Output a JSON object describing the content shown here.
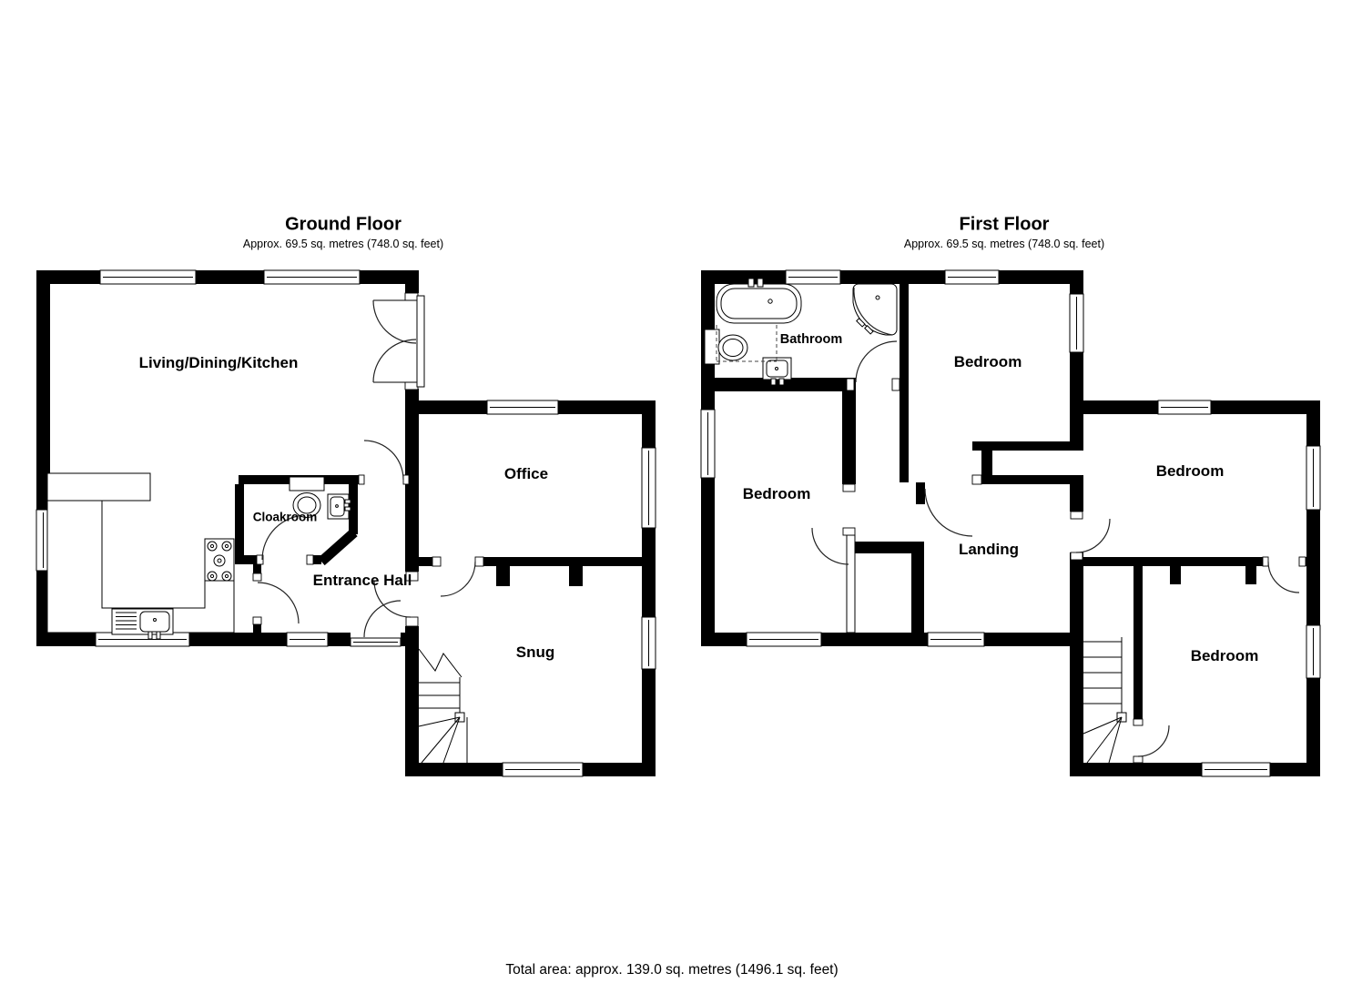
{
  "ground_floor": {
    "title": "Ground Floor",
    "area": "Approx. 69.5 sq. metres (748.0 sq. feet)",
    "rooms": {
      "living_dining_kitchen": "Living/Dining/Kitchen",
      "office": "Office",
      "cloakroom": "Cloakroom",
      "entrance_hall": "Entrance Hall",
      "snug": "Snug"
    }
  },
  "first_floor": {
    "title": "First Floor",
    "area": "Approx. 69.5 sq. metres (748.0 sq. feet)",
    "rooms": {
      "bathroom": "Bathroom",
      "bedroom_back": "Bedroom",
      "bedroom_left": "Bedroom",
      "bedroom_right": "Bedroom",
      "bedroom_front": "Bedroom",
      "landing": "Landing"
    }
  },
  "footer": {
    "total_area": "Total area: approx. 139.0 sq. metres (1496.1 sq. feet)"
  }
}
